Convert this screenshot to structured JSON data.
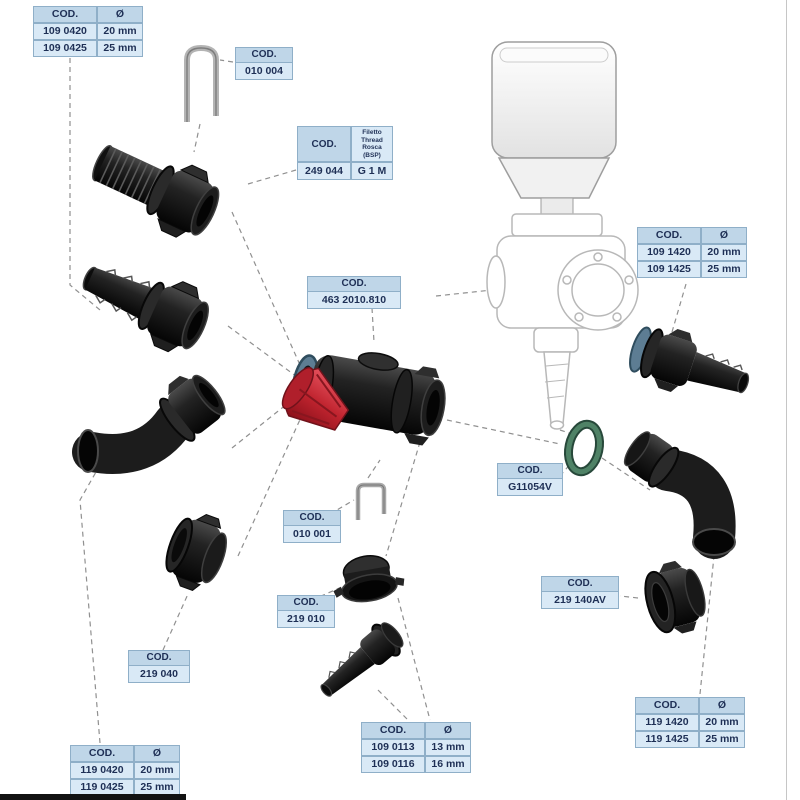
{
  "tables": {
    "top_left": {
      "headers": [
        "COD.",
        "Ø"
      ],
      "rows": [
        [
          "109 0420",
          "20 mm"
        ],
        [
          "109 0425",
          "25 mm"
        ]
      ]
    },
    "right_upper": {
      "headers": [
        "COD.",
        "Ø"
      ],
      "rows": [
        [
          "109 1420",
          "20 mm"
        ],
        [
          "109 1425",
          "25 mm"
        ]
      ]
    },
    "bottom_right": {
      "headers": [
        "COD.",
        "Ø"
      ],
      "rows": [
        [
          "119 1420",
          "20 mm"
        ],
        [
          "119 1425",
          "25 mm"
        ]
      ]
    },
    "bottom_center": {
      "headers": [
        "COD.",
        "Ø"
      ],
      "rows": [
        [
          "109 0113",
          "13 mm"
        ],
        [
          "109 0116",
          "16 mm"
        ]
      ]
    },
    "bottom_left": {
      "headers": [
        "COD.",
        "Ø"
      ],
      "rows": [
        [
          "119 0420",
          "20 mm"
        ],
        [
          "119 0425",
          "25 mm"
        ]
      ]
    }
  },
  "labels": {
    "clip_large": {
      "header": "COD.",
      "code": "010 004"
    },
    "thread_adapter": {
      "header": "COD.",
      "code": "249 044",
      "thread_lines": [
        "Filetto",
        "Thread",
        "Rosca",
        "(BSP)"
      ],
      "thread_value": "G 1 M"
    },
    "valve": {
      "header": "COD.",
      "code": "463 2010.810"
    },
    "oring": {
      "header": "COD.",
      "code": "G11054V"
    },
    "clip_small": {
      "header": "COD.",
      "code": "010 001"
    },
    "cap_plug": {
      "header": "COD.",
      "code": "219 010"
    },
    "blank_cap": {
      "header": "COD.",
      "code": "219 040"
    },
    "ring_nut": {
      "header": "COD.",
      "code": "219 140AV"
    }
  },
  "parts": {
    "left_column": [
      "threaded-fitting",
      "hose-barb-fitting",
      "elbow-fitting",
      "blank-cap"
    ],
    "center": [
      "spring-clip-large",
      "valve-body-with-red-handle",
      "spring-clip-small",
      "cap-plug",
      "hose-barb-small"
    ],
    "right_column": [
      "electric-actuator",
      "ghost-valve-assembly",
      "hose-barb-fitting-right",
      "o-ring",
      "elbow-fitting-right",
      "ring-nut"
    ]
  },
  "colors": {
    "label_header_bg": "#bfd6e8",
    "label_row_bg": "#d9e9f6",
    "text_navy": "#1e2f55",
    "handle_red": "#c0242f",
    "ring_blue": "#5d7d93",
    "oring_green": "#4f8266"
  }
}
